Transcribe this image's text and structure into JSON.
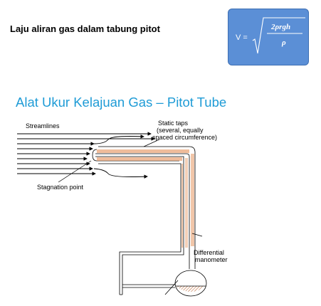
{
  "slide": {
    "title": "Laju aliran gas dalam tabung pitot",
    "heading": "Alat Ukur Kelajuan Gas – Pitot Tube"
  },
  "formula": {
    "lhs": "V =",
    "numerator": "2ρrgh",
    "denominator": "ρ",
    "box_color": "#5b8fd6"
  },
  "diagram": {
    "labels": {
      "streamlines": "Streamlines",
      "static_taps_1": "Static taps",
      "static_taps_2": "(several, equally",
      "static_taps_3": "spaced circumference)",
      "stagnation": "Stagnation point",
      "manometer_1": "Differential",
      "manometer_2": "manometer"
    },
    "tube_fill_color": "#e8a070"
  }
}
